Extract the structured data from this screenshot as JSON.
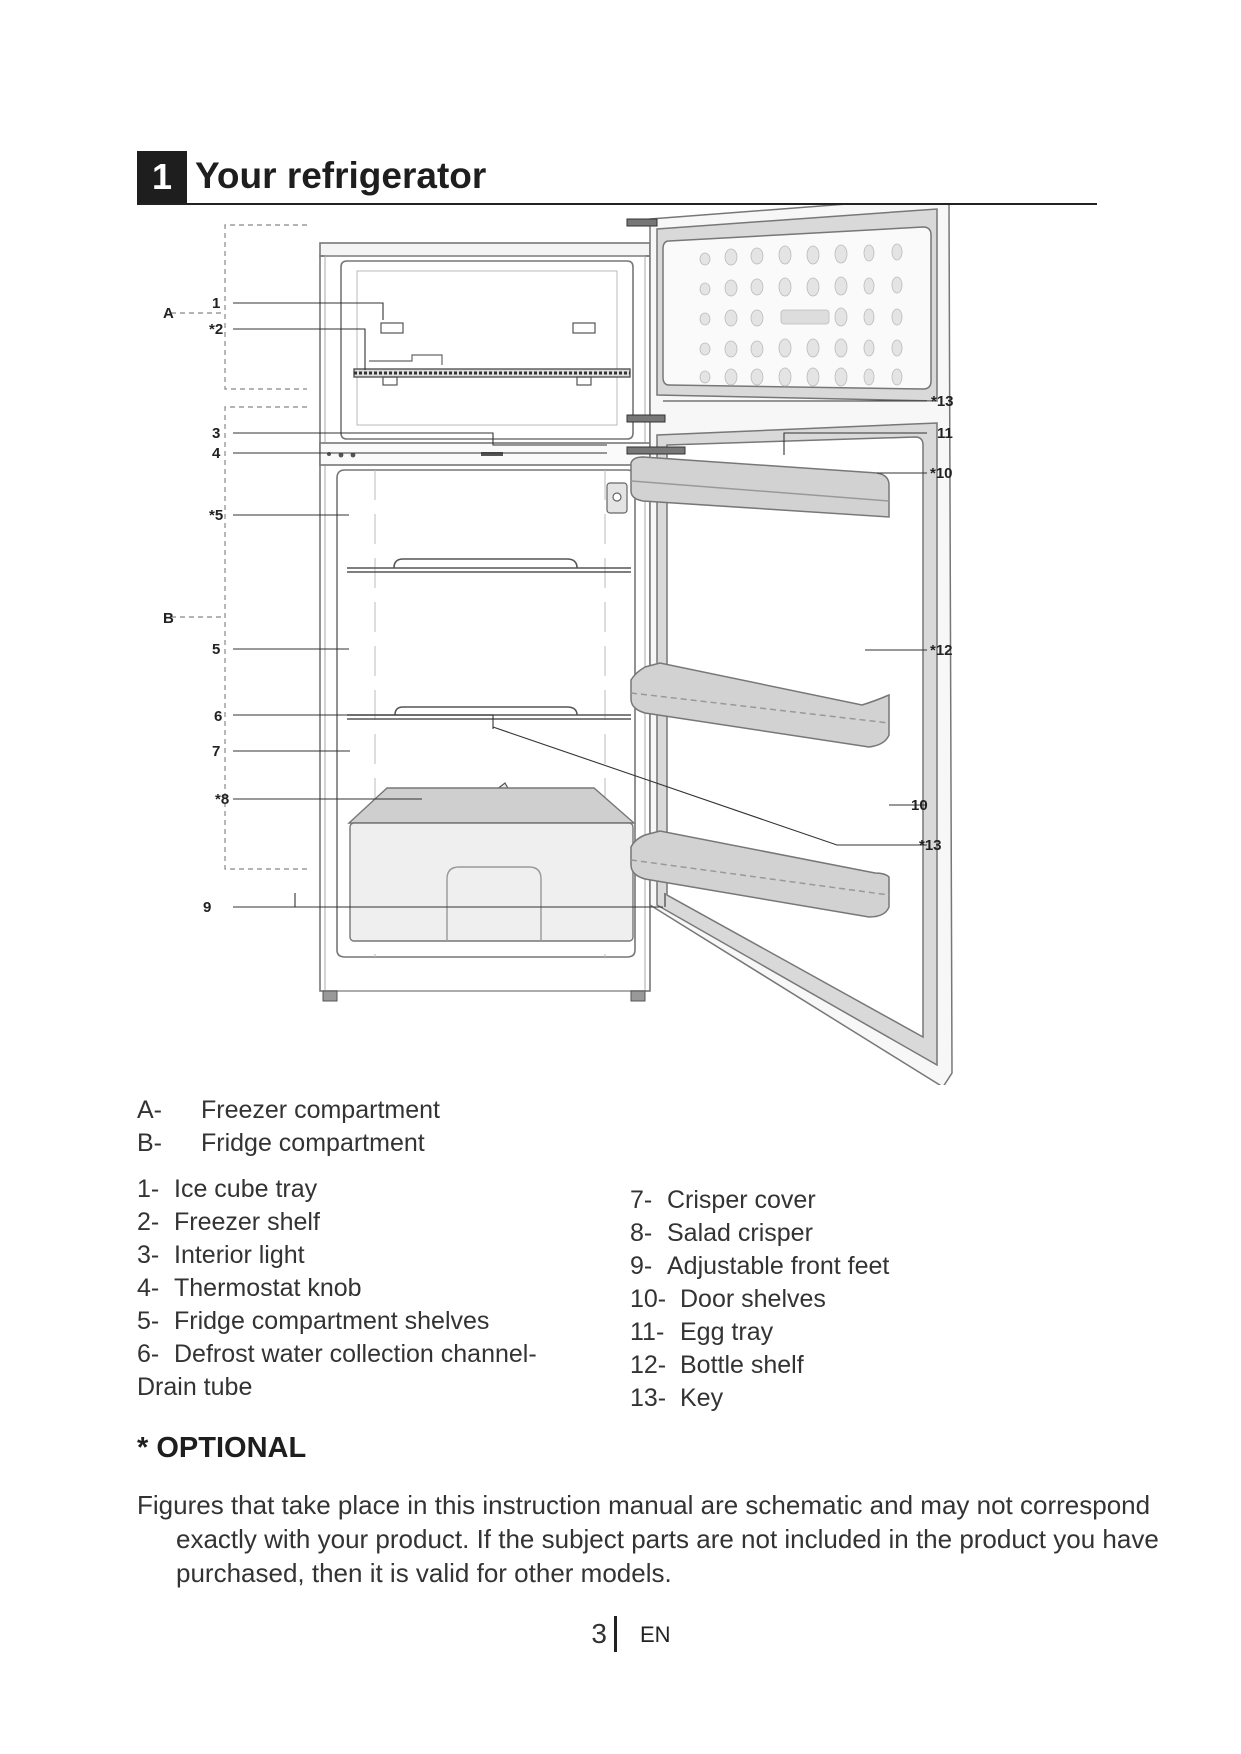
{
  "section": {
    "number": "1",
    "title": "Your refrigerator"
  },
  "diagram": {
    "callouts": {
      "A": "A",
      "B": "B",
      "c1": "1",
      "c2": "*2",
      "c3": "3",
      "c4": "4",
      "c5a": "*5",
      "c5": "5",
      "c6": "6",
      "c7": "7",
      "c8": "*8",
      "c9": "9",
      "c13a": "*13",
      "c11": "11",
      "c10a": "*10",
      "c12": "*12",
      "c10": "10",
      "c13b": "*13"
    }
  },
  "compartments": [
    {
      "key": "A-",
      "label": "Freezer compartment"
    },
    {
      "key": "B-",
      "label": "Fridge compartment"
    }
  ],
  "parts_left": [
    {
      "key": "1-",
      "label": "Ice cube tray"
    },
    {
      "key": "2-",
      "label": "Freezer shelf"
    },
    {
      "key": "3-",
      "label": "Interior light"
    },
    {
      "key": "4-",
      "label": "Thermostat knob"
    },
    {
      "key": "5-",
      "label": "Fridge compartment shelves"
    },
    {
      "key": "6-",
      "label": "Defrost water collection channel- Drain tube"
    }
  ],
  "parts_right": [
    {
      "key": "7-",
      "label": "Crisper cover"
    },
    {
      "key": "8-",
      "label": "Salad crisper"
    },
    {
      "key": "9-",
      "label": "Adjustable front feet"
    },
    {
      "key": "10-",
      "label": "Door shelves"
    },
    {
      "key": "11-",
      "label": "Egg tray"
    },
    {
      "key": "12-",
      "label": "Bottle shelf"
    },
    {
      "key": "13-",
      "label": "Key"
    }
  ],
  "optional_heading": "* OPTIONAL",
  "note": "Figures that take place in this instruction manual are schematic and may not correspond exactly with your product. If the subject parts are not included in the product you have purchased, then it is valid for other models.",
  "footer": {
    "page_number": "3",
    "language": "EN"
  }
}
